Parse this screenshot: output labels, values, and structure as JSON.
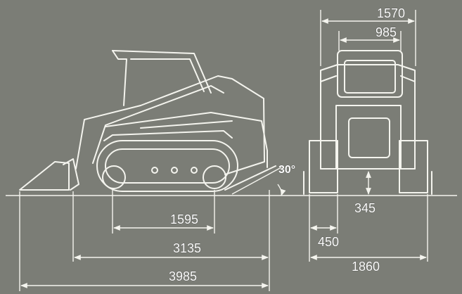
{
  "colors": {
    "background": "#7b7d76",
    "line": "#f4f4ee"
  },
  "side_view": {
    "wheelbase": "1595",
    "track_length": "3135",
    "overall_length": "3985",
    "departure_angle": "30°"
  },
  "front_view": {
    "overall_width": "1570",
    "cab_width": "985",
    "ground_clearance": "345",
    "track_width": "450",
    "width_with_bucket": "1860"
  }
}
